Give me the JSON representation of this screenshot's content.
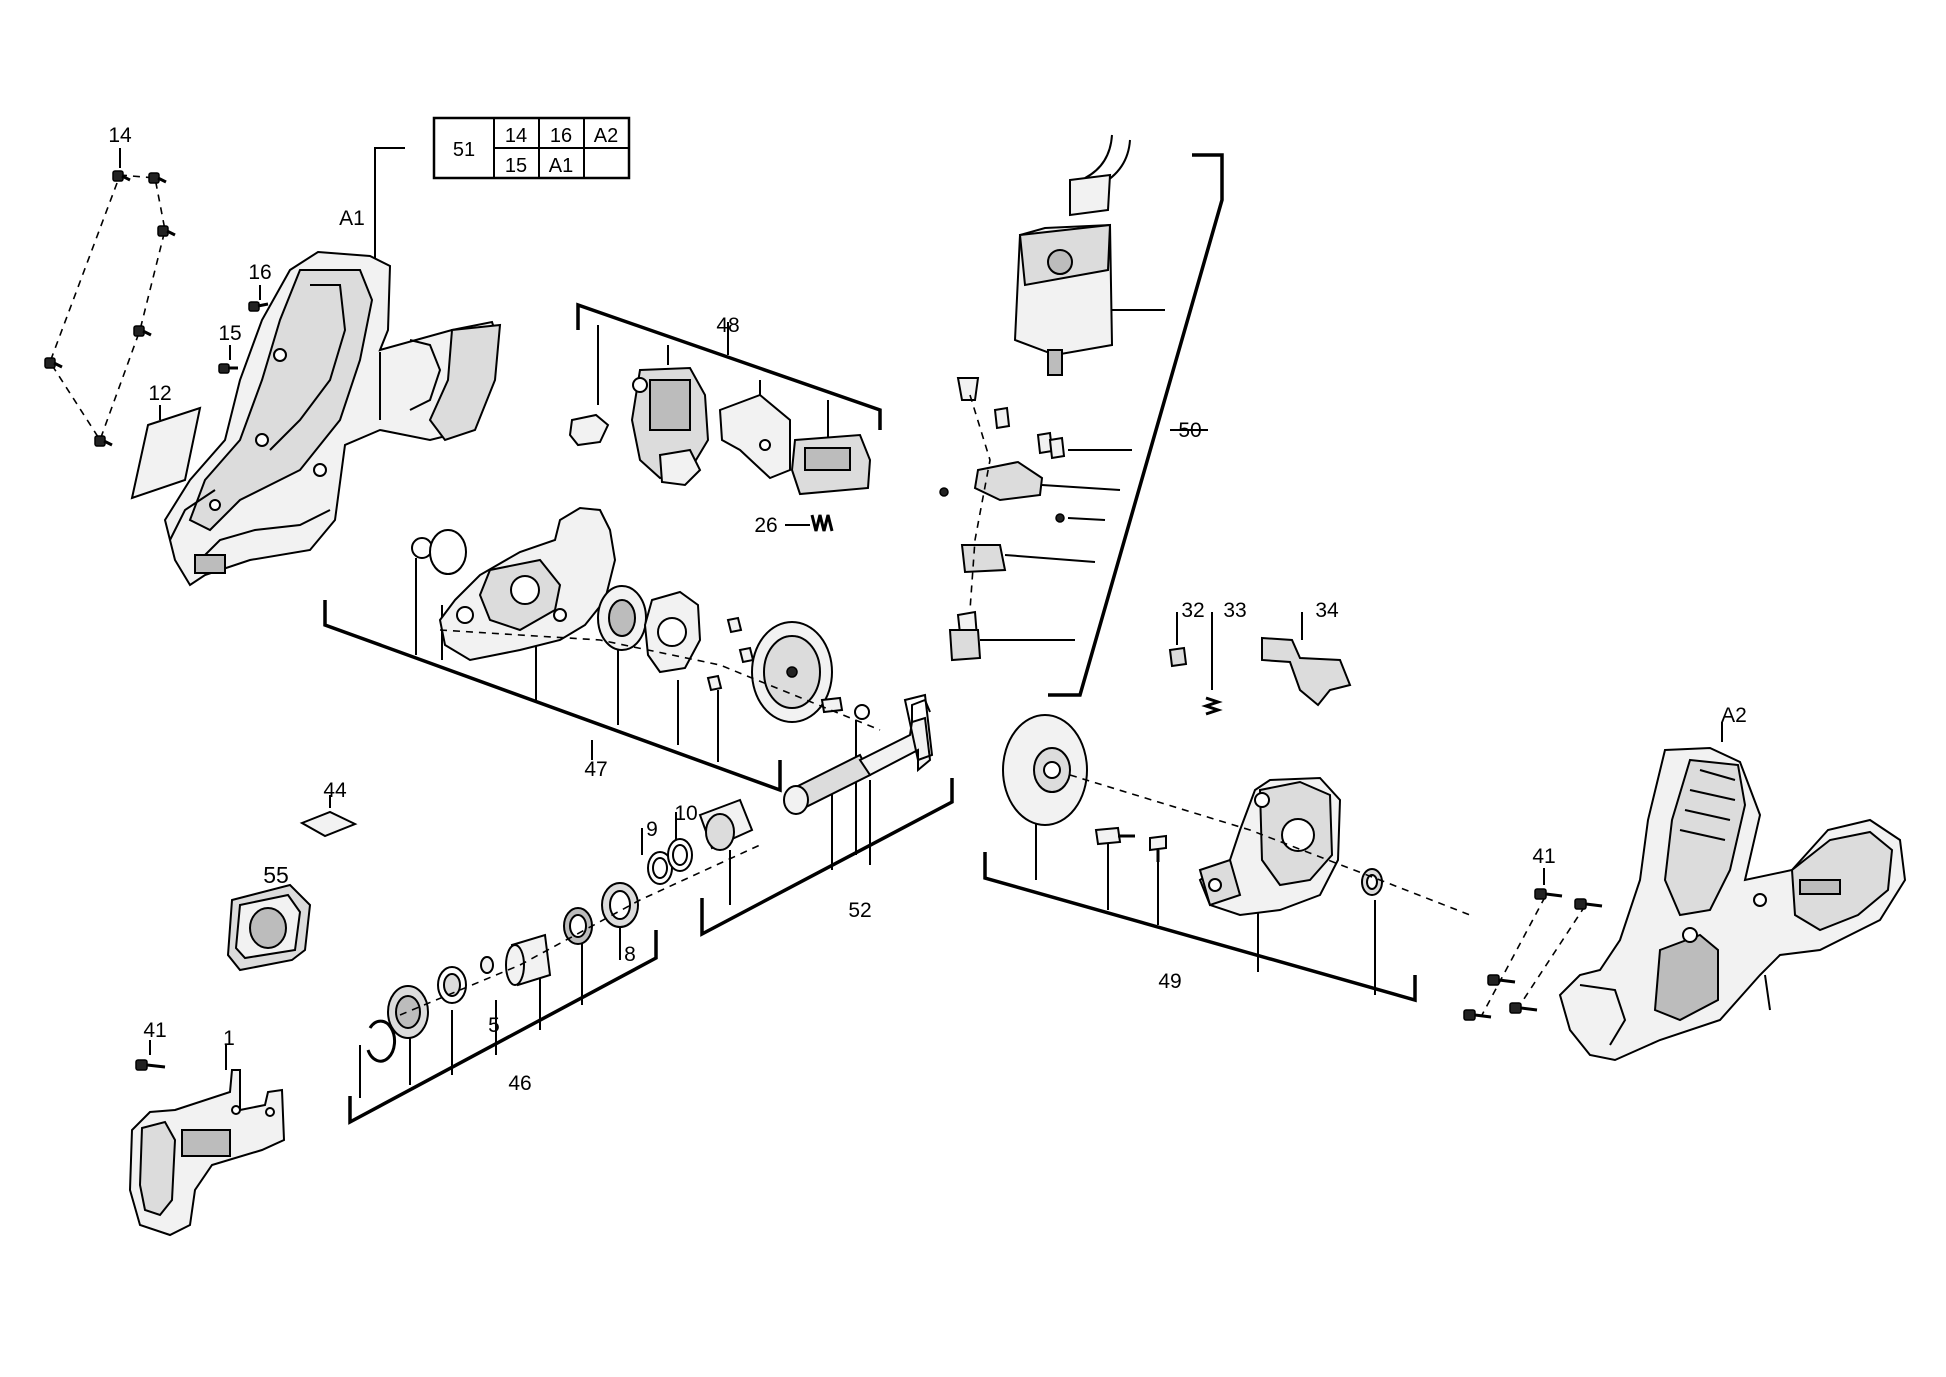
{
  "labels": {
    "l14": "14",
    "lA1": "A1",
    "l16": "16",
    "l15": "15",
    "l12": "12",
    "l48": "48",
    "l26": "26",
    "l50": "50",
    "l47": "47",
    "l32": "32",
    "l33": "33",
    "l34": "34",
    "lA2": "A2",
    "l44": "44",
    "l55": "55",
    "l9": "9",
    "l10": "10",
    "l52": "52",
    "l49": "49",
    "l41a": "41",
    "l41b": "41",
    "l1": "1",
    "l8": "8",
    "l5": "5",
    "l46": "46"
  },
  "kit_table": {
    "kit": "51",
    "row1": [
      "14",
      "16",
      "A2"
    ],
    "row2": [
      "15",
      "A1",
      ""
    ]
  },
  "colors": {
    "line": "#000000",
    "part_fill": "#f2f2f2",
    "shade": "#bcbcbc"
  }
}
